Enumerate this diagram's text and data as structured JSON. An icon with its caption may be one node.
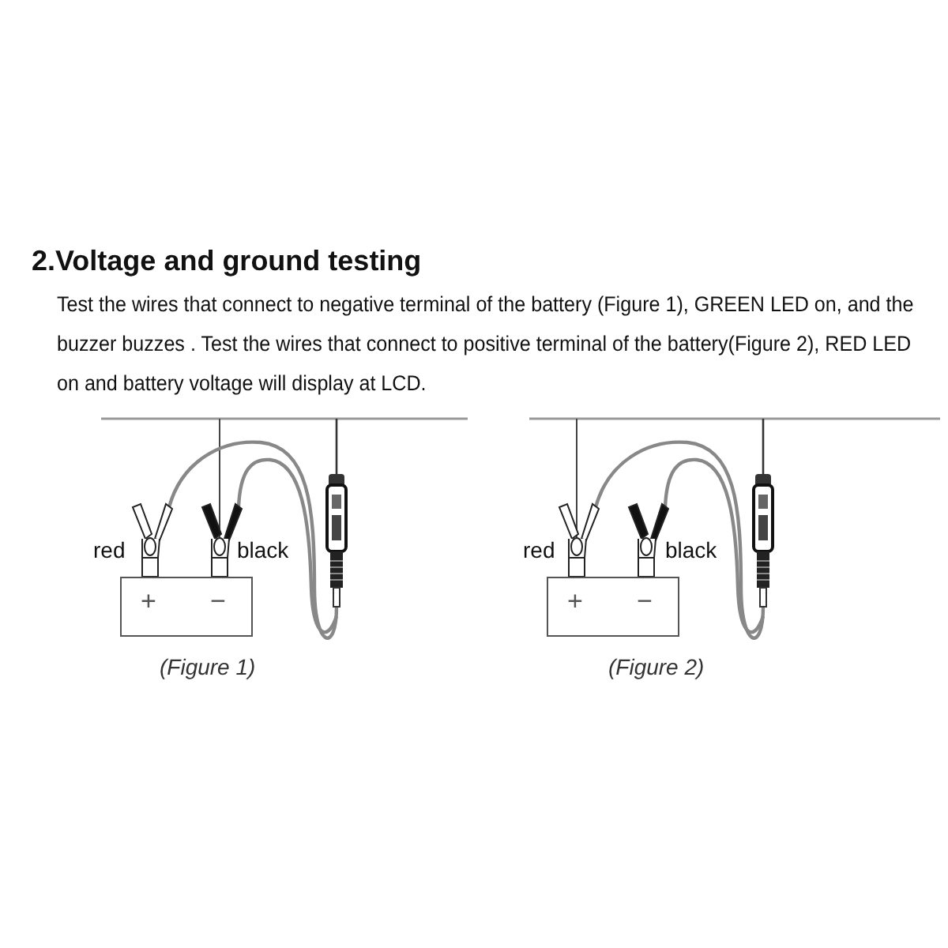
{
  "diagram": {
    "title": "2.Voltage and ground testing",
    "nodes": [
      {
        "text": [
          "+",
          "−"
        ]
      },
      {
        "text": [
          "+",
          "−"
        ]
      }
    ],
    "labels": [
      "Test the wires that connect to negative terminal of the battery (Figure 1), GREEN LED on, and the buzzer buzzes . Test the wires that connect to positive terminal of the battery(Figure 2), RED LED on and battery voltage will display at LCD.",
      "red",
      "black",
      "red",
      "black",
      "(Figure 1)",
      "(Figure 2)"
    ]
  }
}
